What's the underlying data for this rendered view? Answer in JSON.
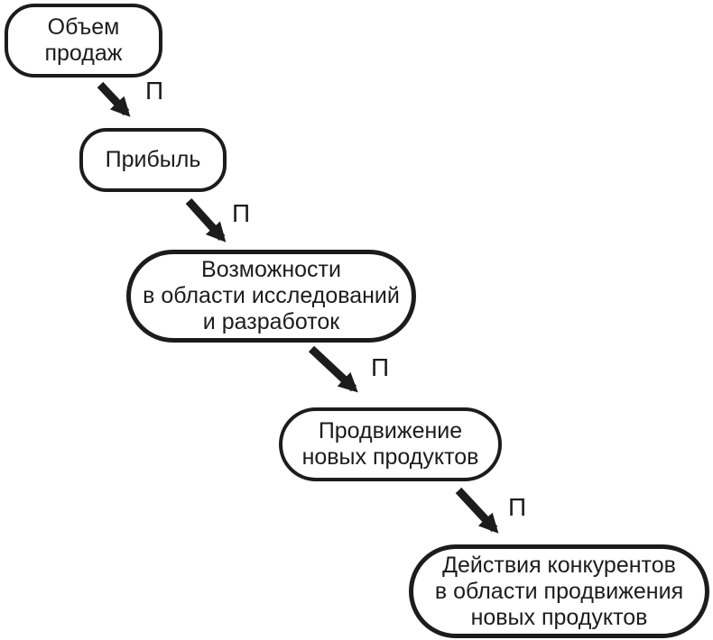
{
  "diagram": {
    "background_color": "#ffffff",
    "stroke_color": "#1c1c1c",
    "text_color": "#1c1c1c",
    "nodes": [
      {
        "id": "sales-volume",
        "label": "Объем\nпродаж"
      },
      {
        "id": "profit",
        "label": "Прибыль"
      },
      {
        "id": "rnd-capabilities",
        "label": "Возможности\nв области исследований\nи разработок"
      },
      {
        "id": "new-product-promotion",
        "label": "Продвижение\nновых продуктов"
      },
      {
        "id": "competitor-actions",
        "label": "Действия конкурентов\nв области продвижения\nновых продуктов"
      }
    ],
    "edges": [
      {
        "from": "sales-volume",
        "to": "profit",
        "label": "П"
      },
      {
        "from": "profit",
        "to": "rnd-capabilities",
        "label": "П"
      },
      {
        "from": "rnd-capabilities",
        "to": "new-product-promotion",
        "label": "П"
      },
      {
        "from": "new-product-promotion",
        "to": "competitor-actions",
        "label": "П"
      }
    ]
  }
}
